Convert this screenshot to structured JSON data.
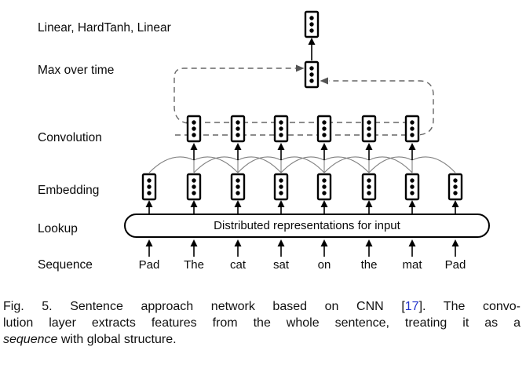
{
  "figure": {
    "labels": {
      "top_layers": "Linear, HardTanh, Linear",
      "max_over_time": "Max over time",
      "convolution": "Convolution",
      "embedding": "Embedding",
      "lookup": "Lookup",
      "sequence": "Sequence"
    },
    "lookup_box_text": "Distributed representations for input",
    "tokens": [
      "Pad",
      "The",
      "cat",
      "sat",
      "on",
      "the",
      "mat",
      "Pad"
    ]
  },
  "caption": {
    "line1_pre": "Fig. 5. Sentence approach network based on CNN [",
    "citation": "17",
    "line1_post": "]. The convo-",
    "line2": "lution layer extracts features from the whole sentence, treating it as a",
    "line3_italic": "sequence",
    "line3_rest": " with global structure."
  },
  "colors": {
    "ink": "#000000",
    "dashed_line": "#666666",
    "curve_line": "#808080",
    "gray_arrowhead": "#555555",
    "citation": "#2233cc"
  }
}
